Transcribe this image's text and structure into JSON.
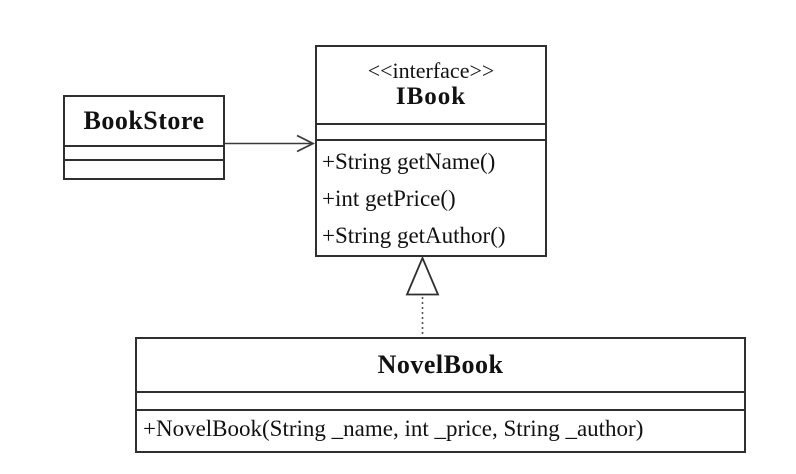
{
  "colors": {
    "background": "#ffffff",
    "line": "#2f2f2f",
    "arrow": "#3a3a3a",
    "text": "#111111"
  },
  "classes": {
    "bookstore": {
      "name": "BookStore",
      "attributes": [],
      "methods": []
    },
    "ibook": {
      "stereotype": "<<interface>>",
      "name": "IBook",
      "attributes": [],
      "methods": [
        "+String getName()",
        "+int getPrice()",
        "+String getAuthor()"
      ]
    },
    "novelbook": {
      "name": "NovelBook",
      "attributes": [],
      "methods": [
        "+NovelBook(String _name, int _price, String _author)"
      ]
    }
  },
  "relations": {
    "association": {
      "from": "BookStore",
      "to": "IBook",
      "style": "solid-open-arrow"
    },
    "realization": {
      "from": "NovelBook",
      "to": "IBook",
      "style": "dotted-hollow-triangle"
    }
  }
}
